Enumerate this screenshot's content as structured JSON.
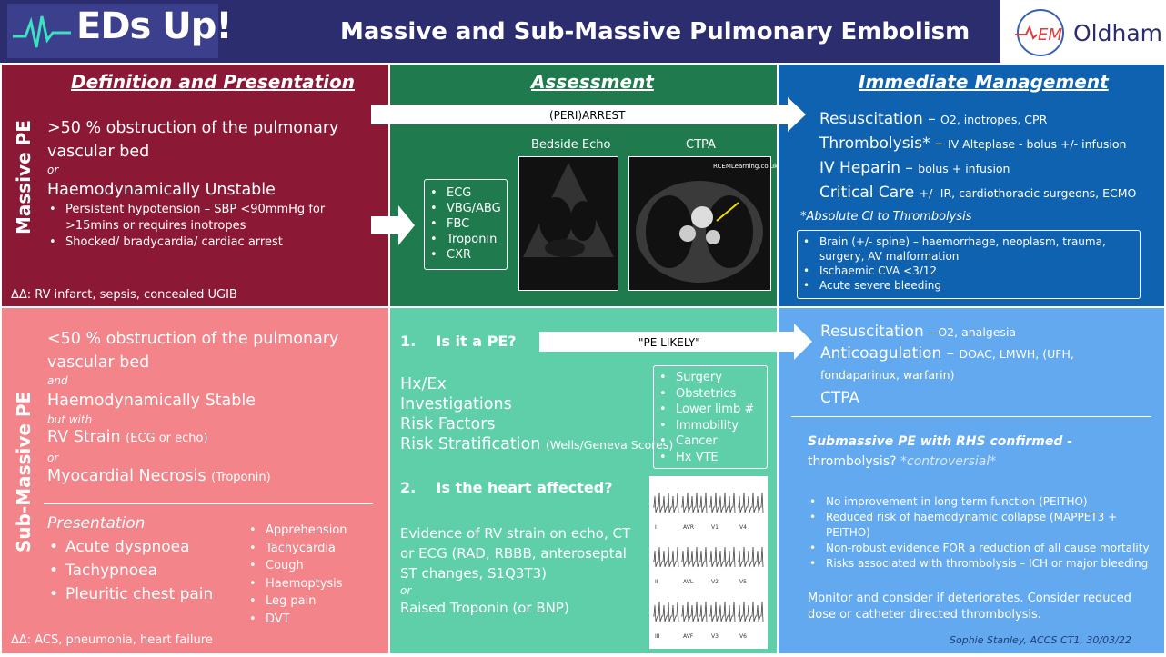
{
  "header": {
    "logo": "EDs Up!",
    "title": "Massive and Sub-Massive Pulmonary Embolism",
    "em_logo_em": "EM",
    "em_logo_oldham": "Oldham"
  },
  "columns": {
    "definition": "Definition and Presentation",
    "assessment": "Assessment",
    "management": "Immediate Management"
  },
  "rows": {
    "massive": "Massive PE",
    "sub": "Sub-Massive PE"
  },
  "massive_def": {
    "line1": ">50 % obstruction of the pulmonary",
    "line2": "vascular bed",
    "or": "or",
    "unstable": "Haemodynamically Unstable",
    "bullets": [
      "Persistent hypotension – SBP <90mmHg for >15mins or requires inotropes",
      "Shocked/ bradycardia/ cardiac arrest"
    ],
    "ddx": "ΔΔ: RV infarct, sepsis, concealed UGIB"
  },
  "massive_assess": {
    "arrest": "(PERI)ARREST",
    "bedside_echo": "Bedside Echo",
    "ctpa": "CTPA",
    "ct_watermark": "RCEMLearning.co.uk",
    "tests": [
      "ECG",
      "VBG/ABG",
      "FBC",
      "Troponin",
      "CXR"
    ]
  },
  "massive_mgmt": {
    "items": [
      {
        "big": "Resuscitation – ",
        "small": "O2, inotropes, CPR"
      },
      {
        "big": "Thrombolysis* – ",
        "small": "IV Alteplase - bolus +/- infusion"
      },
      {
        "big": "IV Heparin – ",
        "small": "bolus + infusion"
      },
      {
        "big": "Critical Care ",
        "small": "+/- IR, cardiothoracic surgeons, ECMO"
      }
    ],
    "ci_title": "*Absolute CI to Thrombolysis",
    "ci_bullets": [
      "Brain (+/- spine) – haemorrhage, neoplasm, trauma, surgery, AV malformation",
      "Ischaemic CVA <3/12",
      "Acute severe bleeding"
    ]
  },
  "sub_def": {
    "line1": "<50 % obstruction of the pulmonary",
    "line2": "vascular bed",
    "and": "and",
    "stable": "Haemodynamically Stable",
    "butwith": "but with",
    "rv": "RV Strain ",
    "rv_small": "(ECG or echo)",
    "or": "or",
    "necrosis": "Myocardial Necrosis ",
    "necrosis_small": "(Troponin)",
    "presentation": "Presentation",
    "pres_list": [
      "Acute dyspnoea",
      "Tachypnoea",
      "Pleuritic chest pain"
    ],
    "pres_small": [
      "Apprehension",
      "Tachycardia",
      "Cough",
      "Haemoptysis",
      "Leg pain",
      "DVT"
    ],
    "ddx": "ΔΔ: ACS, pneumonia, heart failure"
  },
  "sub_assess": {
    "q1": "1.    Is it a PE?",
    "likely": "\"PE LIKELY\"",
    "hx": "Hx/Ex",
    "inv": "Investigations",
    "rf": "Risk Factors",
    "rs": "Risk Stratification ",
    "rs_small": "(Wells/Geneva Scores)",
    "risk_box": [
      "Surgery",
      "Obstetrics",
      "Lower limb #",
      "Immobility",
      "Cancer",
      "Hx VTE"
    ],
    "q2": "2.    Is the heart affected?",
    "ev1": "Evidence of RV strain on echo, CT",
    "ev2": "or ECG (RAD, RBBB, anteroseptal",
    "ev3": "ST changes, S1Q3T3)",
    "or": "or",
    "trop": "Raised Troponin (or BNP)",
    "ecg_leads": [
      "I",
      "AVR",
      "V1",
      "V4",
      "II",
      "AVL",
      "V2",
      "V5",
      "III",
      "AVF",
      "V3",
      "V6"
    ]
  },
  "sub_mgmt": {
    "items": [
      {
        "big": "Resuscitation ",
        "small": "– O2, analgesia"
      },
      {
        "big": "Anticoagulation – ",
        "small": "DOAC, LMWH, (UFH, fondaparinux, warfarin)"
      },
      {
        "big": "CTPA",
        "small": ""
      }
    ],
    "rhs_title": "Submassive PE with RHS confirmed -",
    "rhs_q": "thrombolysis? ",
    "rhs_controversial": "*controversial*",
    "bullets": [
      "No improvement in long term function (PEITHO)",
      "Reduced risk of haemodynamic collapse (MAPPET3 + PEITHO)",
      "Non-robust evidence FOR a reduction of all cause mortality",
      "Risks associated with thrombolysis – ICH or major bleeding"
    ],
    "monitor": "Monitor and consider if deteriorates. Consider reduced dose or catheter directed thrombolysis.",
    "author": "Sophie Stanley, ACCS CT1, 30/03/22"
  },
  "colors": {
    "massive_def": "#8b1834",
    "massive_assess": "#1f7a4d",
    "massive_mgmt": "#0f62b0",
    "sub_def": "#f2848a",
    "sub_assess": "#5fcfaa",
    "sub_mgmt": "#63a9ef",
    "header": "#2b2d6e"
  }
}
